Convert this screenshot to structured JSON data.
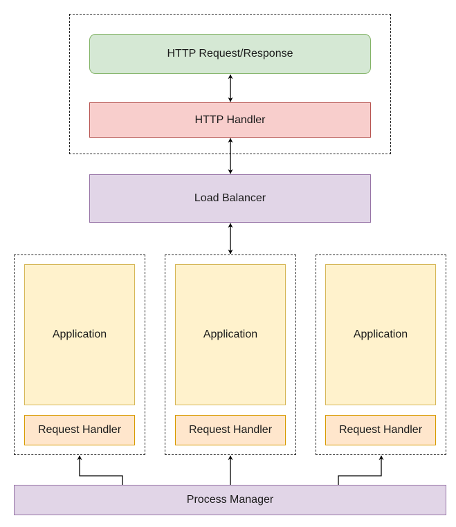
{
  "diagram": {
    "top_group": {
      "http_request_response": "HTTP Request/Response",
      "http_handler": "HTTP Handler"
    },
    "load_balancer": "Load Balancer",
    "workers": [
      {
        "application": "Application",
        "request_handler": "Request Handler"
      },
      {
        "application": "Application",
        "request_handler": "Request Handler"
      },
      {
        "application": "Application",
        "request_handler": "Request Handler"
      }
    ],
    "process_manager": "Process Manager",
    "edges": [
      {
        "from": "HTTP Request/Response",
        "to": "HTTP Handler",
        "type": "bidirectional"
      },
      {
        "from": "HTTP Handler",
        "to": "Load Balancer",
        "type": "bidirectional"
      },
      {
        "from": "Load Balancer",
        "to": "Worker Group 2",
        "type": "bidirectional"
      },
      {
        "from": "Process Manager",
        "to": "Worker Group 1",
        "type": "directed"
      },
      {
        "from": "Process Manager",
        "to": "Worker Group 2",
        "type": "directed"
      },
      {
        "from": "Process Manager",
        "to": "Worker Group 3",
        "type": "directed"
      }
    ],
    "colors": {
      "request_response_fill": "#d5e8d4",
      "request_response_stroke": "#82b366",
      "handler_fill": "#f8cecc",
      "handler_stroke": "#b85450",
      "purple_fill": "#e1d5e7",
      "purple_stroke": "#9673a6",
      "application_fill": "#fff2cc",
      "application_stroke": "#d6b656",
      "request_handler_fill": "#ffe6cc",
      "request_handler_stroke": "#d79b00"
    }
  }
}
